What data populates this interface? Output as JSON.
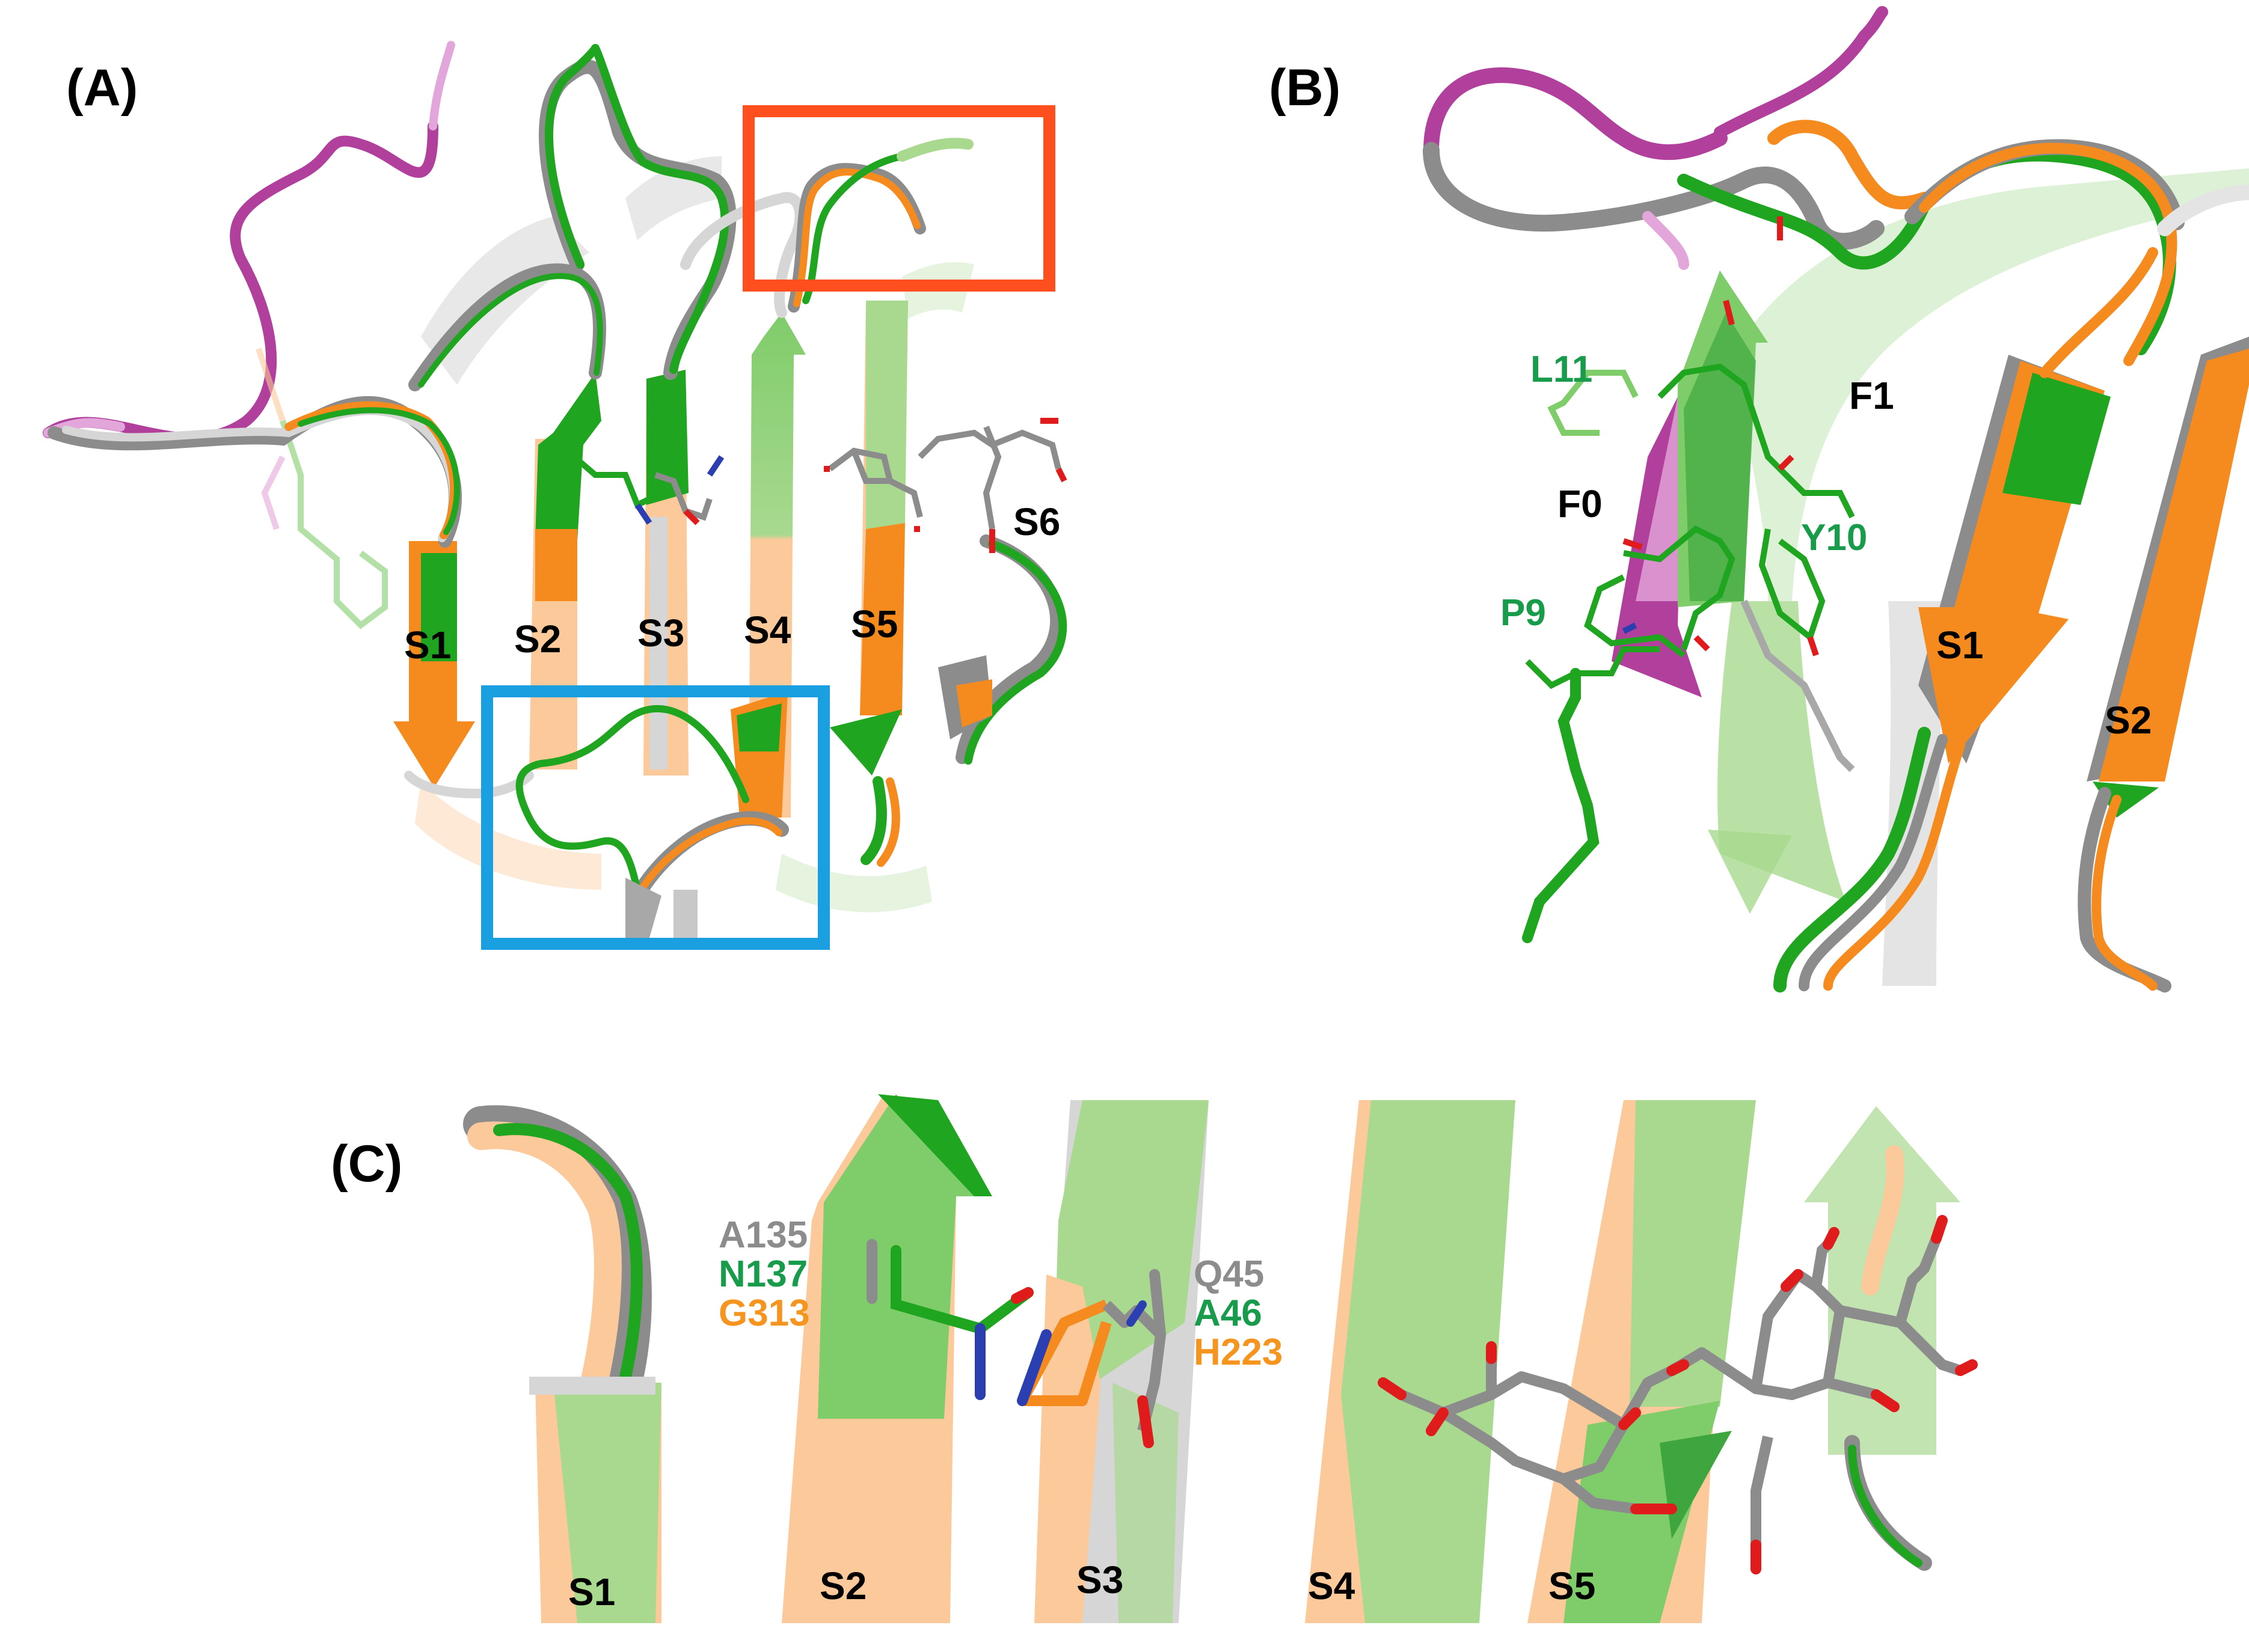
{
  "colors": {
    "green": "#1fa51f",
    "light_green": "#a8d98f",
    "orange": "#f58a1f",
    "light_orange": "#fbc99a",
    "grey": "#8c8c8c",
    "light_grey": "#d6d6d6",
    "magenta": "#b0409c",
    "light_magenta": "#e3a6da",
    "orange_box": "#ff4f1f",
    "blue_box": "#1aa0e0",
    "red_atom": "#e01b1b",
    "blue_atom": "#2c3fb0",
    "label_grey": "#8c8c8c",
    "label_green": "#189c4c",
    "label_orange": "#f5951f"
  },
  "panels": {
    "a": {
      "label": "(A)",
      "strands": [
        "S1",
        "S2",
        "S3",
        "S4",
        "S5",
        "S6"
      ]
    },
    "b": {
      "label": "(B)",
      "strands": [
        "F1",
        "F0",
        "S1",
        "S2"
      ],
      "residues": [
        "L11",
        "Y10",
        "P9"
      ]
    },
    "c": {
      "label": "(C)",
      "strands": [
        "S1",
        "S2",
        "S3",
        "S4",
        "S5"
      ],
      "residue_group_left": [
        "A135",
        "N137",
        "G313"
      ],
      "residue_group_right": [
        "Q45",
        "A46",
        "H223"
      ]
    }
  }
}
